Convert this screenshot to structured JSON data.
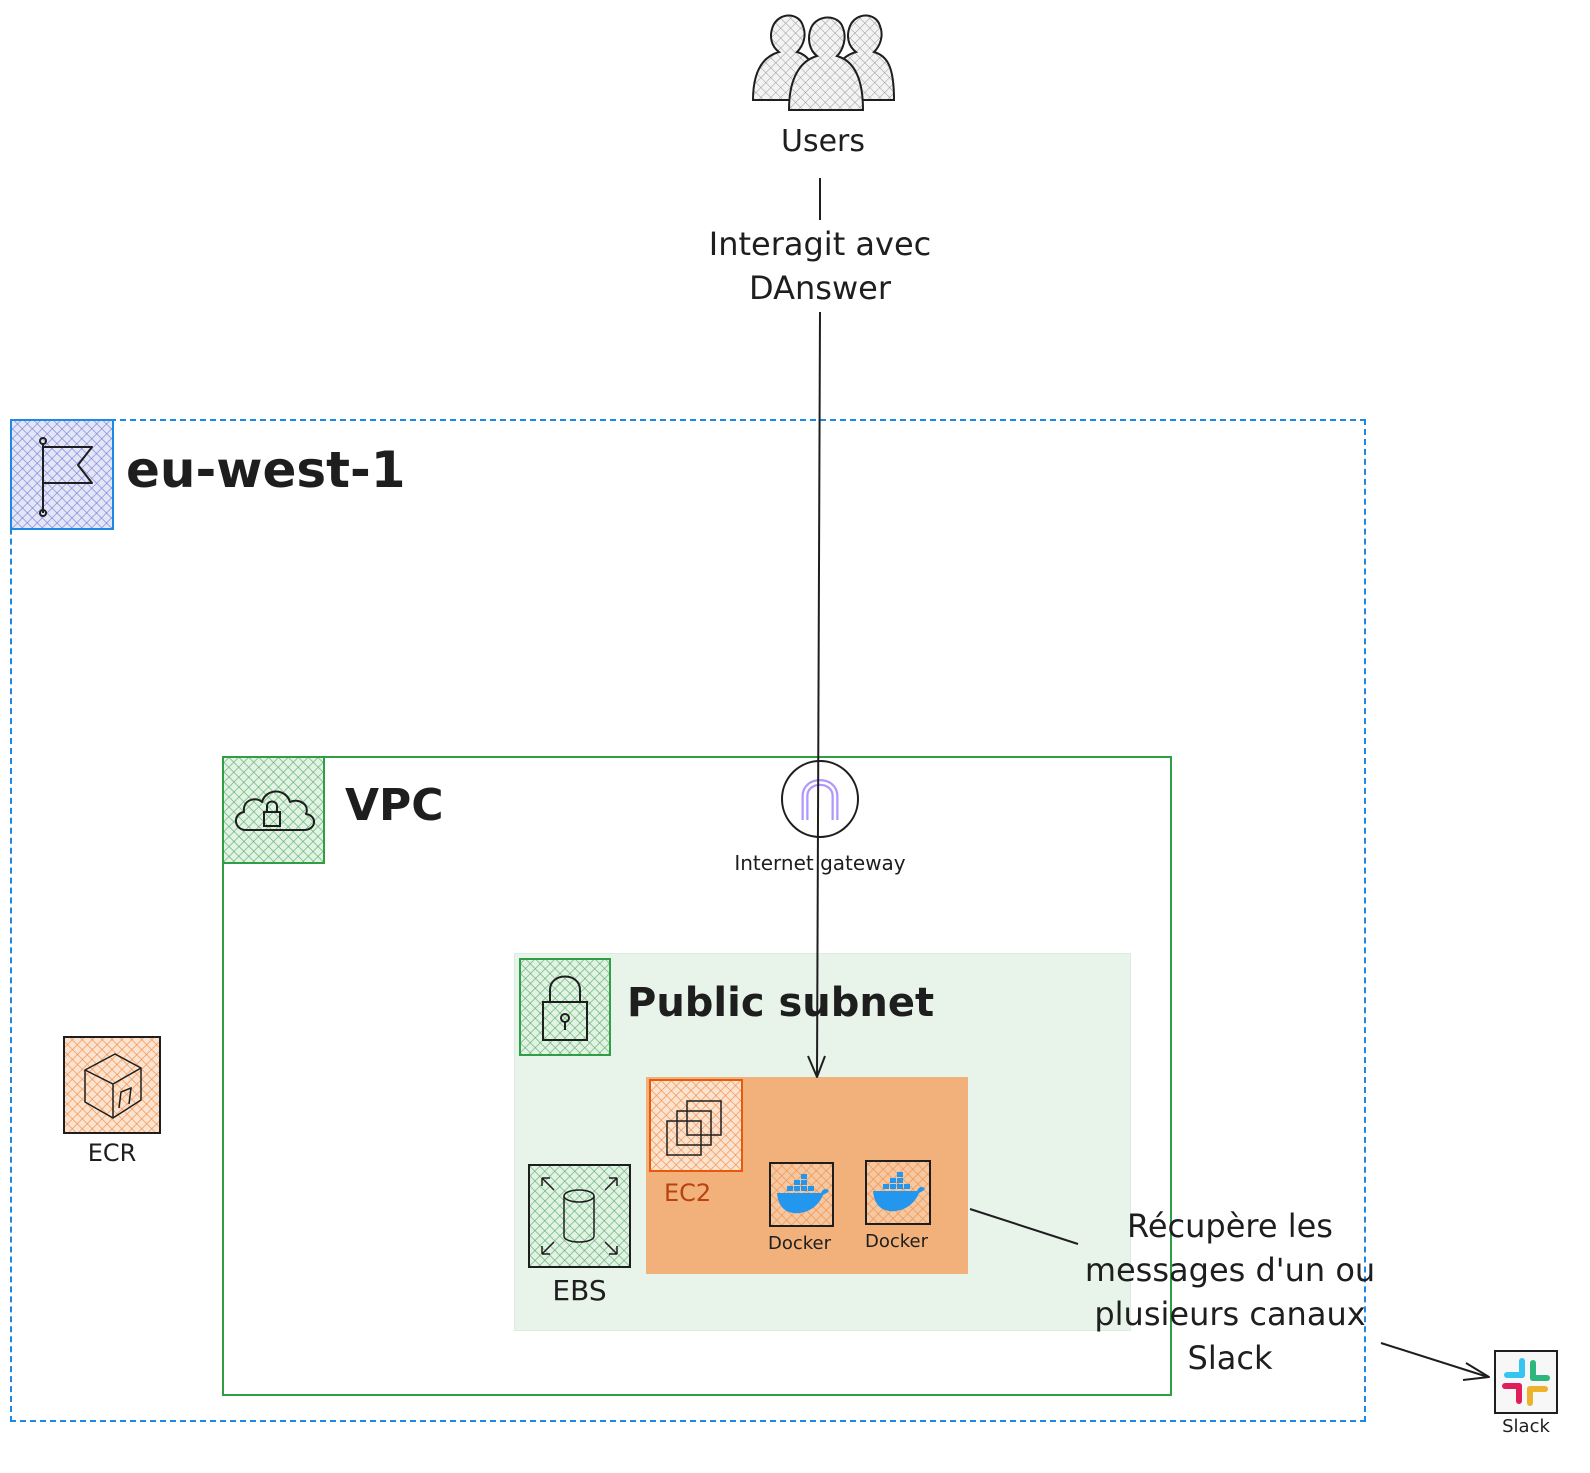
{
  "colors": {
    "region_border": "#1e88e5",
    "vpc_border": "#2f9e44",
    "subnet_fill": "#e8f3ea",
    "ec2_box_fill": "#f2b07a",
    "ec2_icon_border": "#e8590c",
    "docker_blue": "#2396ed",
    "igw_purple": "#b197fc",
    "stroke": "#1e1e1e"
  },
  "users": {
    "label": "Users",
    "icon": "users-group-icon"
  },
  "edges": {
    "users_to_ec2": {
      "label_line1": "Interagit avec",
      "label_line2": "DAnswer"
    },
    "ec2_to_slack": {
      "label_line1": "Récupère les",
      "label_line2": "messages d'un ou",
      "label_line3": "plusieurs canaux",
      "label_line4": "Slack"
    }
  },
  "region": {
    "label": "eu-west-1",
    "icon": "region-flag-icon"
  },
  "vpc": {
    "label": "VPC",
    "icon": "vpc-cloud-lock-icon"
  },
  "internet_gateway": {
    "label": "Internet gateway",
    "icon": "internet-gateway-icon"
  },
  "public_subnet": {
    "label": "Public subnet",
    "icon": "subnet-lock-icon"
  },
  "ec2": {
    "label": "EC2",
    "icon": "ec2-instance-icon"
  },
  "docker_containers": [
    {
      "label": "Docker",
      "icon": "docker-whale-icon"
    },
    {
      "label": "Docker",
      "icon": "docker-whale-icon"
    }
  ],
  "ebs": {
    "label": "EBS",
    "icon": "ebs-volume-icon"
  },
  "ecr": {
    "label": "ECR",
    "icon": "ecr-registry-icon"
  },
  "slack": {
    "label": "Slack",
    "icon": "slack-logo-icon"
  }
}
